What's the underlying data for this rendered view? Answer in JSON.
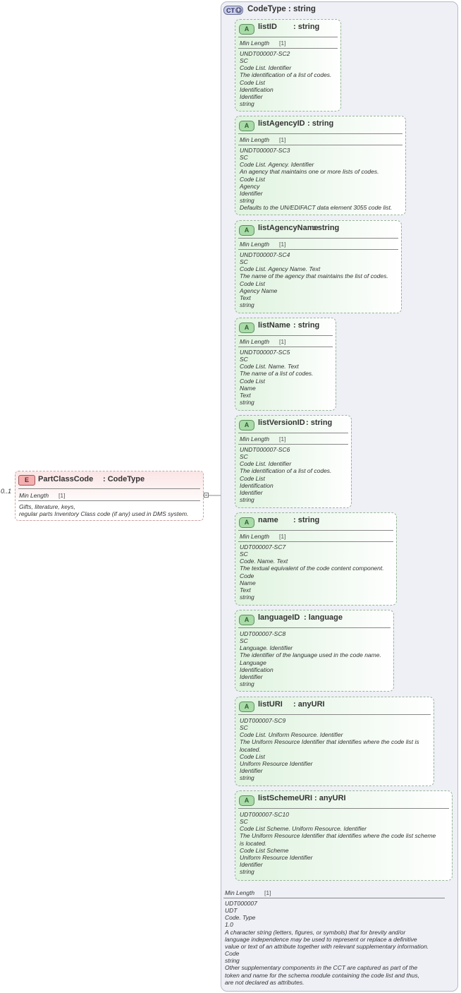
{
  "element": {
    "badge": "E",
    "occurrence": "0..1",
    "name": "PartClassCode",
    "type": ": CodeType",
    "min_length_label": "Min Length",
    "min_length_value": "[1]",
    "doc_lines": [
      "Gifts, literature, keys,",
      "regular parts Inventory Class code (if any) used in DMS system."
    ]
  },
  "complex_type": {
    "badge": "CT",
    "title": "CodeType : string",
    "min_length_label": "Min Length",
    "min_length_value": "[1]",
    "doc_lines": [
      "UDT000007",
      "UDT",
      "Code. Type",
      "1.0",
      "A character string (letters, figures, or symbols) that for brevity and/or",
      "language independence may be used to represent or replace a definitive",
      "value or text of an attribute together with relevant supplementary information.",
      "Code",
      "string",
      "Other supplementary components in the CCT are captured as part of the",
      "token and name for the schema module containing the code list and thus,",
      "are not declared as attributes."
    ]
  },
  "attributes": [
    {
      "badge": "A",
      "name": "listID",
      "type": ": string",
      "min_length_label": "Min Length",
      "min_length_value": "[1]",
      "doc_lines": [
        "UNDT000007-SC2",
        "SC",
        "Code List. Identifier",
        "The identification of a list of codes.",
        "Code List",
        "Identification",
        "Identifier",
        "string"
      ]
    },
    {
      "badge": "A",
      "name": "listAgencyID",
      "type": ": string",
      "min_length_label": "Min Length",
      "min_length_value": "[1]",
      "doc_lines": [
        "UNDT000007-SC3",
        "SC",
        "Code List. Agency. Identifier",
        "An agency that maintains one or more lists of codes.",
        "Code List",
        "Agency",
        "Identifier",
        "string",
        "Defaults to the UN/EDIFACT data element 3055 code list."
      ]
    },
    {
      "badge": "A",
      "name": "listAgencyName",
      "type": ": string",
      "min_length_label": "Min Length",
      "min_length_value": "[1]",
      "doc_lines": [
        "UNDT000007-SC4",
        "SC",
        "Code List. Agency Name. Text",
        "The name of the agency that maintains the list of codes.",
        "Code List",
        "Agency Name",
        "Text",
        "string"
      ]
    },
    {
      "badge": "A",
      "name": "listName",
      "type": ": string",
      "min_length_label": "Min Length",
      "min_length_value": "[1]",
      "doc_lines": [
        "UNDT000007-SC5",
        "SC",
        "Code List. Name. Text",
        "The name of a list of codes.",
        "Code List",
        "Name",
        "Text",
        "string"
      ]
    },
    {
      "badge": "A",
      "name": "listVersionID",
      "type": ": string",
      "min_length_label": "Min Length",
      "min_length_value": "[1]",
      "doc_lines": [
        "UNDT000007-SC6",
        "SC",
        "Code List. Identifier",
        "The identification of a list of codes.",
        "Code List",
        "Identification",
        "Identifier",
        "string"
      ]
    },
    {
      "badge": "A",
      "name": "name",
      "type": ": string",
      "min_length_label": "Min Length",
      "min_length_value": "[1]",
      "doc_lines": [
        "UDT000007-SC7",
        "SC",
        "Code. Name. Text",
        "The textual equivalent of the code content component.",
        "Code",
        "Name",
        "Text",
        "string"
      ]
    },
    {
      "badge": "A",
      "name": "languageID",
      "type": ": language",
      "doc_lines": [
        "UDT000007-SC8",
        "SC",
        "Language. Identifier",
        "The identifier of the language used in the code name.",
        "Language",
        "Identification",
        "Identifier",
        "string"
      ]
    },
    {
      "badge": "A",
      "name": "listURI",
      "type": ": anyURI",
      "doc_lines": [
        "UDT000007-SC9",
        "SC",
        "Code List. Uniform Resource. Identifier",
        "The Uniform Resource Identifier that identifies where the code list is",
        "located.",
        "Code List",
        "Uniform Resource Identifier",
        "Identifier",
        "string"
      ]
    },
    {
      "badge": "A",
      "name": "listSchemeURI",
      "type": ": anyURI",
      "doc_lines": [
        "UDT000007-SC10",
        "SC",
        "Code List Scheme. Uniform Resource. Identifier",
        "The Uniform Resource Identifier that identifies where the code list scheme",
        "is located.",
        "Code List Scheme",
        "Uniform Resource Identifier",
        "Identifier",
        "string"
      ]
    }
  ]
}
